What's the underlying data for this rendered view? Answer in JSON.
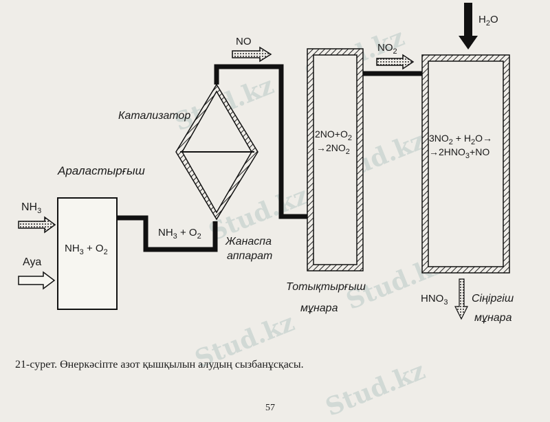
{
  "watermark": "Stud.kz",
  "labels": {
    "nh3_in": "NH3",
    "air_in": "Ауа",
    "mixer_title": "Араластырғыш",
    "mixer_content": "NH3 + O2",
    "catalyst": "Катализатор",
    "pipe_mix": "NH3 + O2",
    "burner_line1": "Жанаспа",
    "burner_line2": "аппарат",
    "no_flow": "NO",
    "oxid_eq1": "2NO+O2",
    "oxid_eq2": "→2NO2",
    "no2_flow": "NO2",
    "oxid_title1": "Тотықтырғыш",
    "oxid_title2": "мұнара",
    "water_in": "H2O",
    "abs_eq1": "3NO2 + H2O→",
    "abs_eq2": "→2HNO3+NO",
    "hno3_out": "HNO3",
    "abs_title1": "Сіңіргіш",
    "abs_title2": "мұнара"
  },
  "caption": "21-сурет. Өнеркәсіпте азот қышқылын алудың сызбанұсқасы.",
  "page_number": "57"
}
